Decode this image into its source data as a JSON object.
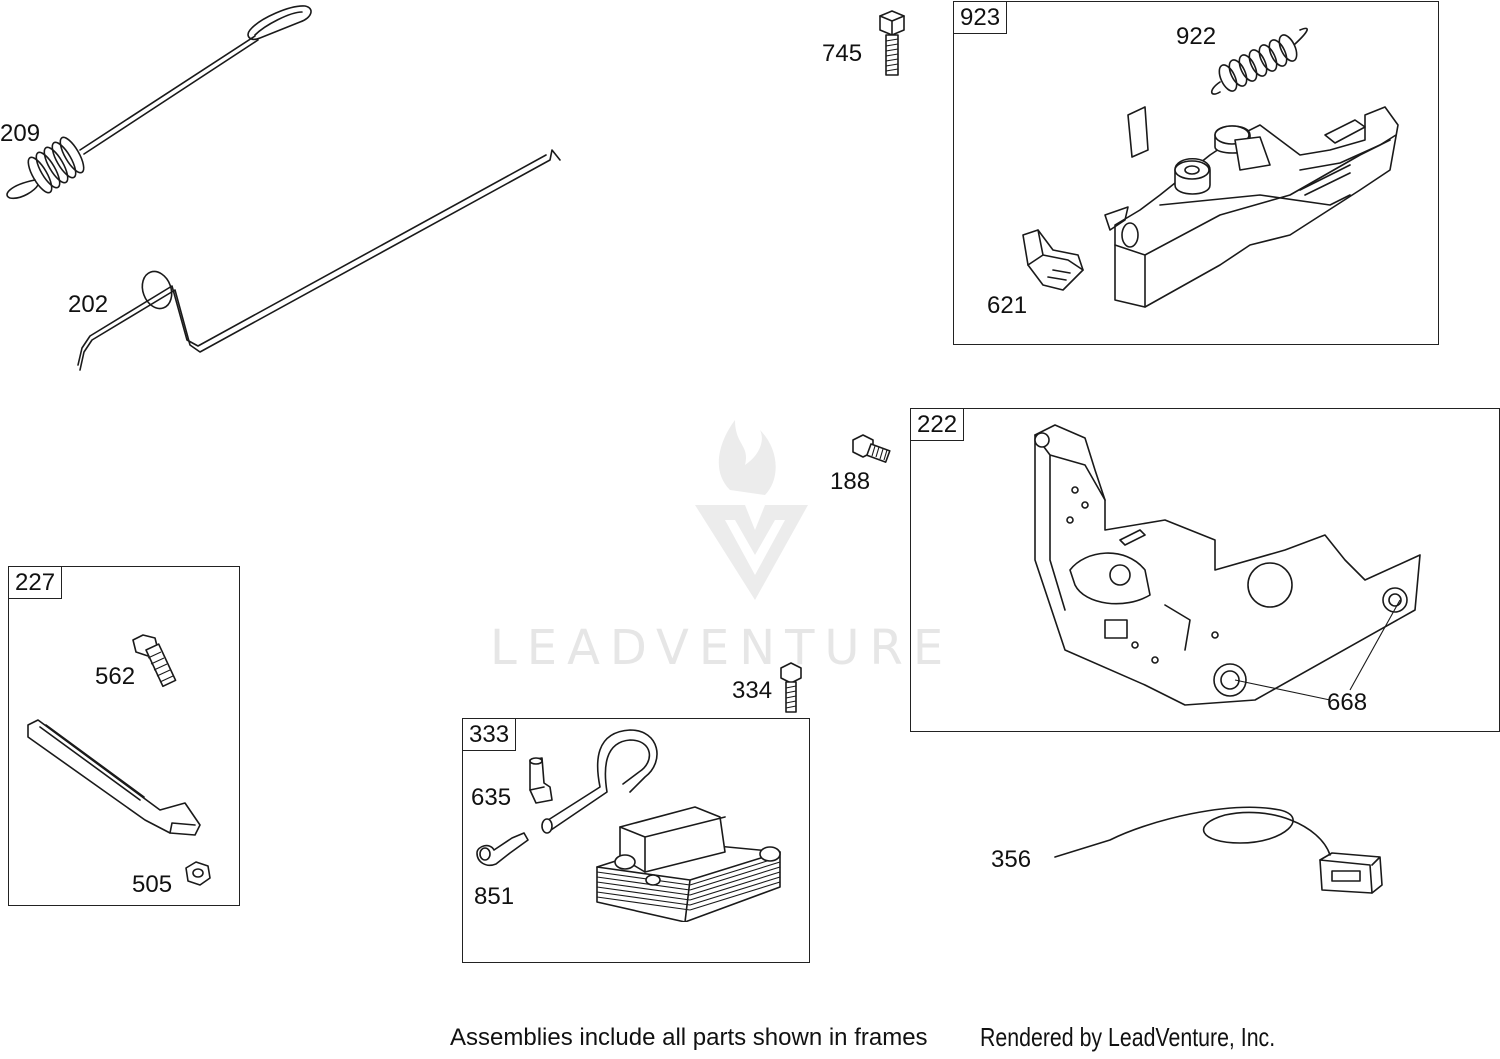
{
  "watermark": {
    "text": "LEADVENTURE"
  },
  "labels": {
    "p209": "209",
    "p202": "202",
    "p745": "745",
    "p922": "922",
    "p621": "621",
    "p188": "188",
    "p668": "668",
    "p562": "562",
    "p505": "505",
    "p334": "334",
    "p635": "635",
    "p851": "851",
    "p356": "356"
  },
  "frames": {
    "f923": "923",
    "f222": "222",
    "f227": "227",
    "f333": "333"
  },
  "footer": {
    "note": "Assemblies include all parts shown in frames",
    "credit": "Rendered by LeadVenture, Inc."
  }
}
